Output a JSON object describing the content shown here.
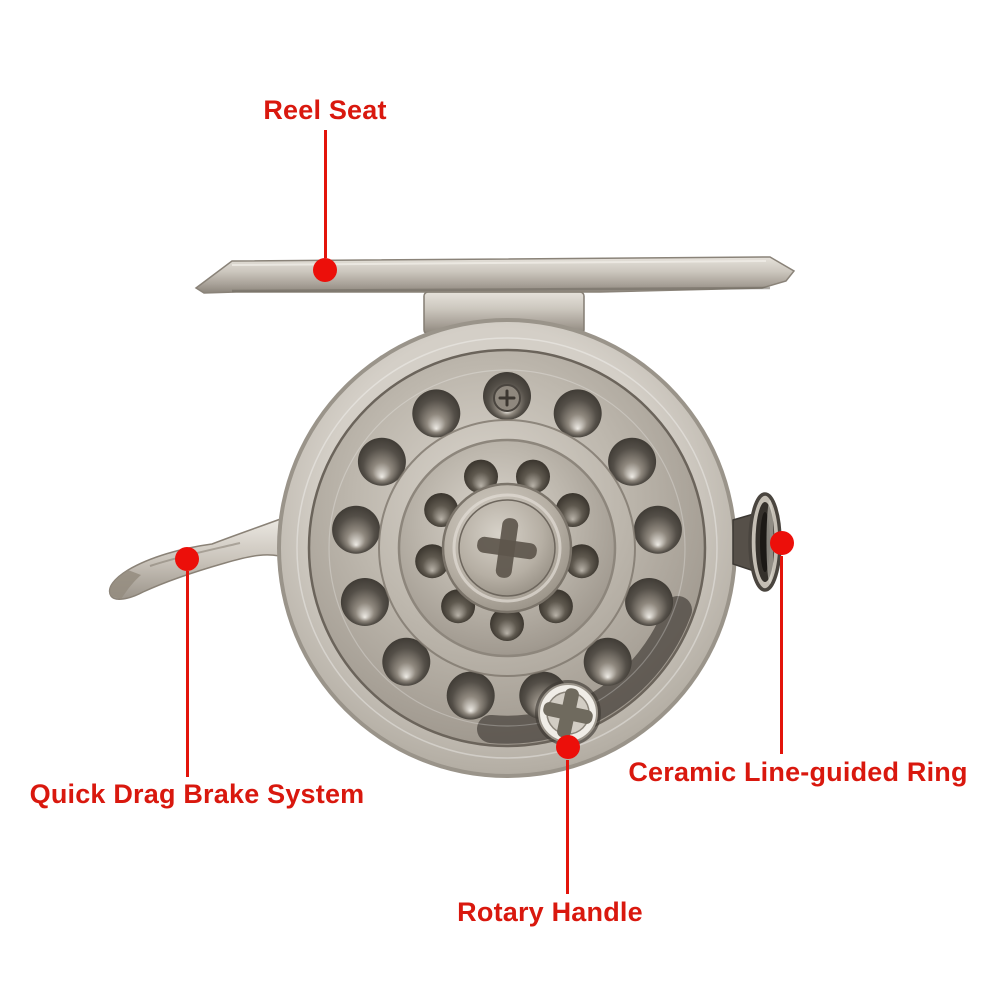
{
  "callouts": [
    {
      "id": "reel-seat",
      "text": "Reel Seat"
    },
    {
      "id": "quick-drag-brake-system",
      "text": "Quick Drag Brake System"
    },
    {
      "id": "ceramic-line-guided-ring",
      "text": "Ceramic Line-guided Ring"
    },
    {
      "id": "rotary-handle",
      "text": "Rotary Handle"
    }
  ],
  "colors": {
    "annotation_text": "#d9180e",
    "annotation_line": "#e3140b",
    "annotation_dot": "#ec0f0a",
    "background": "#ffffff",
    "metal_light": "#d8d3cb",
    "metal_mid": "#b3ada3",
    "metal_dark": "#8a837a",
    "hole_dark": "#3b3731"
  }
}
